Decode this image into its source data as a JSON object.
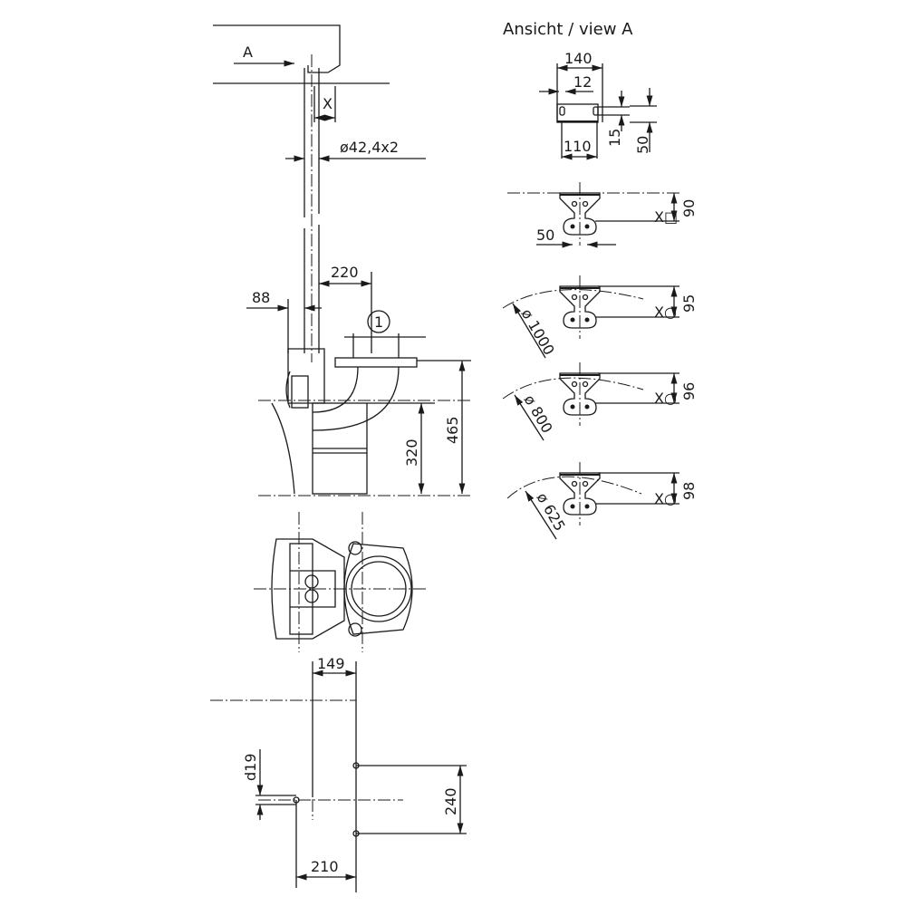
{
  "title": "Ansicht / view A",
  "side_view": {
    "view_marker": "A",
    "dim_x": "X",
    "pipe_diameter": "ø42,4x2",
    "dim_220": "220",
    "dim_88": "88",
    "callout": "1",
    "dim_320": "320",
    "dim_465": "465"
  },
  "foundation_plan": {
    "dim_149": "149",
    "dim_d19": "d19",
    "dim_240": "240",
    "dim_210": "210"
  },
  "view_a": {
    "bracket": {
      "w140": "140",
      "w12": "12",
      "w110": "110",
      "h15": "15",
      "h50": "50"
    },
    "variants": [
      {
        "x_label": "X□",
        "height": "90",
        "spacing": "50",
        "diameter": ""
      },
      {
        "x_label": "X○",
        "height": "95",
        "diameter": "ø 1000"
      },
      {
        "x_label": "X○",
        "height": "96",
        "diameter": "ø 800"
      },
      {
        "x_label": "X○",
        "height": "98",
        "diameter": "ø 625"
      }
    ]
  }
}
